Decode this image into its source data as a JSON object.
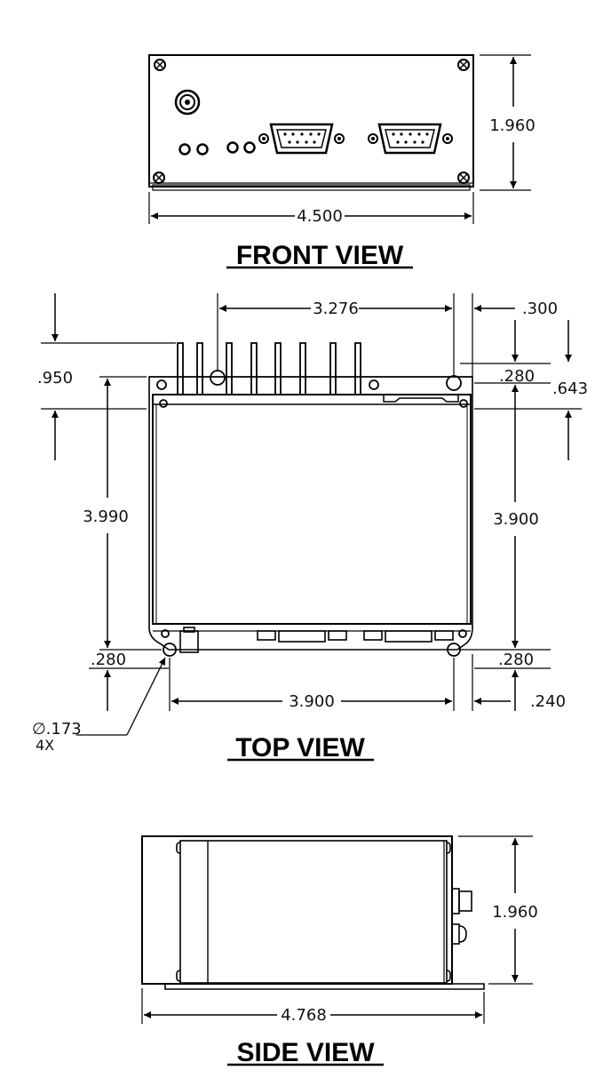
{
  "front_view": {
    "title": "FRONT VIEW",
    "height": "1.960",
    "width": "4.500"
  },
  "top_view": {
    "title": "TOP VIEW",
    "hole_spacing_top": "3.276",
    "right_top_offset": ".300",
    "left_fin_height": ".950",
    "right_hole_offset_top": ".280",
    "right_top_depth": ".643",
    "left_height": "3.990",
    "right_height": "3.900",
    "left_hole_offset_bottom": ".280",
    "right_hole_offset_bottom": ".280",
    "hole_spacing_bottom": "3.900",
    "right_bottom_offset": ".240",
    "hole_diameter": "∅.173",
    "hole_count": "4X"
  },
  "side_view": {
    "title": "SIDE VIEW",
    "height": "1.960",
    "width": "4.768"
  }
}
